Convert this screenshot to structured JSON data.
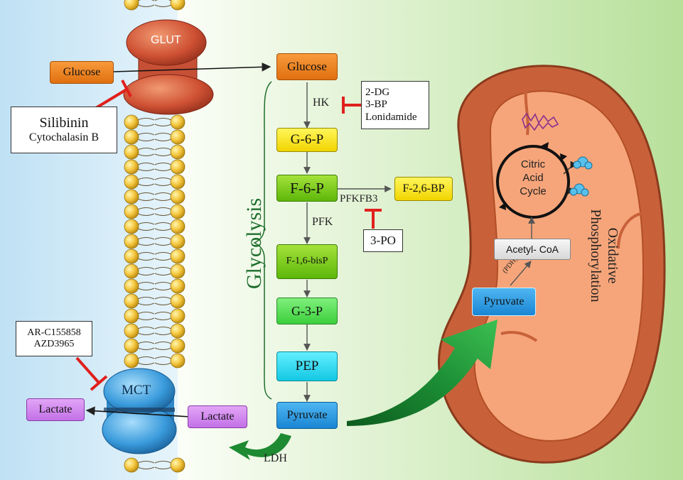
{
  "membrane": {
    "glut_label": "GLUT",
    "mct_label": "MCT"
  },
  "extracellular": {
    "glucose": "Glucose",
    "lactate": "Lactate"
  },
  "inhibitors": {
    "glut": {
      "line1": "Silibinin",
      "line2": "Cytochalasin B"
    },
    "mct": {
      "line1": "AR-C155858",
      "line2": "AZD3965"
    },
    "hk": {
      "line1": "2-DG",
      "line2": "3-BP",
      "line3": "Lonidamide"
    },
    "pfkfb3": "3-PO"
  },
  "glycolysis": {
    "title": "Glycolysis",
    "steps": {
      "glucose": "Glucose",
      "g6p": "G-6-P",
      "f6p": "F-6-P",
      "f16bp": "F-1,6-bisP",
      "g3p": "G-3-P",
      "pep": "PEP",
      "pyruvate": "Pyruvate"
    },
    "f26bp": "F-2,6-BP",
    "lactate": "Lactate"
  },
  "enzymes": {
    "hk": "HK",
    "pfk": "PFK",
    "pfkfb3": "PFKFB3",
    "ldh": "LDH",
    "pdh": "(PDH)"
  },
  "mitochondrion": {
    "pyruvate": "Pyruvate",
    "acetyl_coa": "Acetyl- CoA",
    "tca": {
      "line1": "Citric",
      "line2": "Acid",
      "line3": "Cycle"
    },
    "oxphos": {
      "line1": "Oxidative",
      "line2": "Phosphorylation"
    },
    "co2": "CO2"
  },
  "colors": {
    "inhibitor_red": "#e0201c",
    "glycolysis_green": "#1e6e2c",
    "mito_outer": "#c8613a",
    "mito_inner": "#f6a57a",
    "arrow_green": "#1e8a32"
  }
}
